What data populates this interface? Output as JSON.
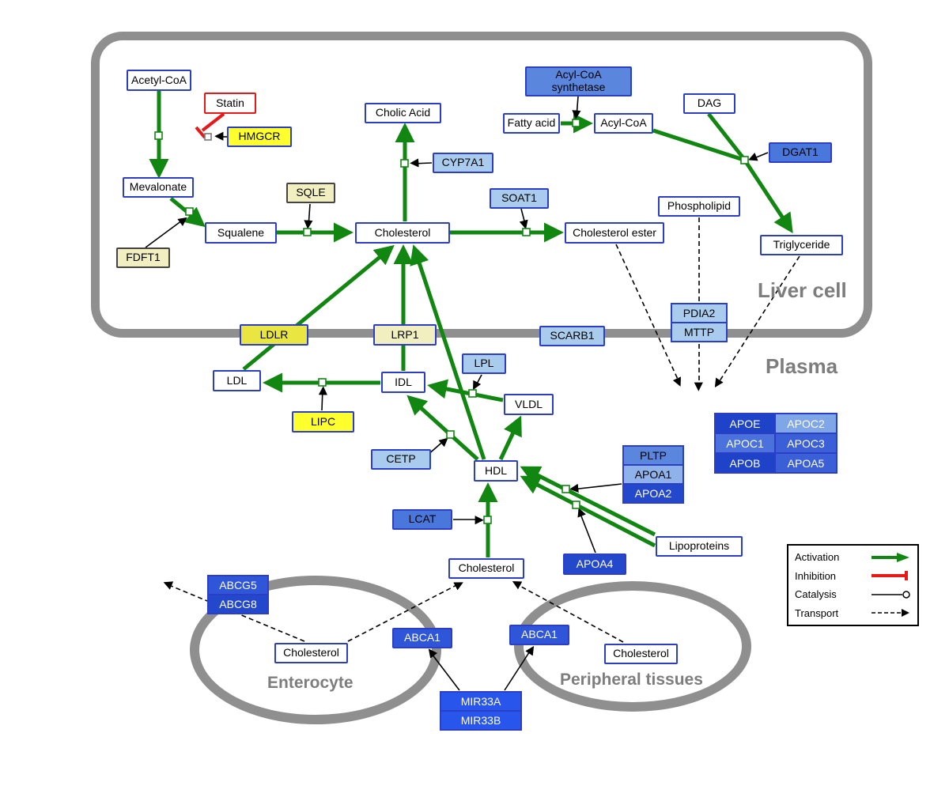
{
  "compartments": {
    "liver": "Liver cell",
    "plasma": "Plasma",
    "enterocyte": "Enterocyte",
    "peripheral": "Peripheral tissues"
  },
  "nodes": {
    "acetyl_coa": "Acetyl-CoA",
    "statin": "Statin",
    "hmgcr": "HMGCR",
    "mevalonate": "Mevalonate",
    "fdft1": "FDFT1",
    "squalene": "Squalene",
    "sqle": "SQLE",
    "cholesterol_liver": "Cholesterol",
    "cholic_acid": "Cholic Acid",
    "cyp7a1": "CYP7A1",
    "soat1": "SOAT1",
    "cholesterol_ester": "Cholesterol ester",
    "acyl_coa_synthetase": "Acyl-CoA synthetase",
    "fatty_acid": "Fatty acid",
    "acyl_coa": "Acyl-CoA",
    "dag": "DAG",
    "dgat1": "DGAT1",
    "phospholipid": "Phospholipid",
    "triglyceride": "Triglyceride",
    "pdia2": "PDIA2",
    "mttp": "MTTP",
    "scarb1": "SCARB1",
    "ldlr": "LDLR",
    "lrp1": "LRP1",
    "ldl": "LDL",
    "idl": "IDL",
    "lpl": "LPL",
    "vldl": "VLDL",
    "lipc": "LIPC",
    "cetp": "CETP",
    "hdl": "HDL",
    "lcat": "LCAT",
    "pltp": "PLTP",
    "apoa1": "APOA1",
    "apoa2": "APOA2",
    "apoe": "APOE",
    "apoc2": "APOC2",
    "apoc1": "APOC1",
    "apoc3": "APOC3",
    "apob": "APOB",
    "apoa5": "APOA5",
    "apoa4": "APOA4",
    "lipoproteins": "Lipoproteins",
    "cholesterol_plasma": "Cholesterol",
    "abcg5": "ABCG5",
    "abcg8": "ABCG8",
    "cholesterol_enterocyte": "Cholesterol",
    "abca1_left": "ABCA1",
    "abca1_right": "ABCA1",
    "cholesterol_peripheral": "Cholesterol",
    "mir33a": "MIR33A",
    "mir33b": "MIR33B"
  },
  "legend": {
    "activation": "Activation",
    "inhibition": "Inhibition",
    "catalysis": "Catalysis",
    "transport": "Transport"
  },
  "colors": {
    "activation_green": "#118611",
    "inhibition_red": "#e81818",
    "membrane_gray": "#8f8f8f",
    "node_border_blue": "#2d3ec6",
    "gene_yellow": "#ffff2e",
    "gene_pale_yellow": "#f1efc0",
    "gene_light_blue": "#a9ccee",
    "gene_medium_blue": "#5b86de",
    "gene_dark_blue": "#1f43c8"
  }
}
